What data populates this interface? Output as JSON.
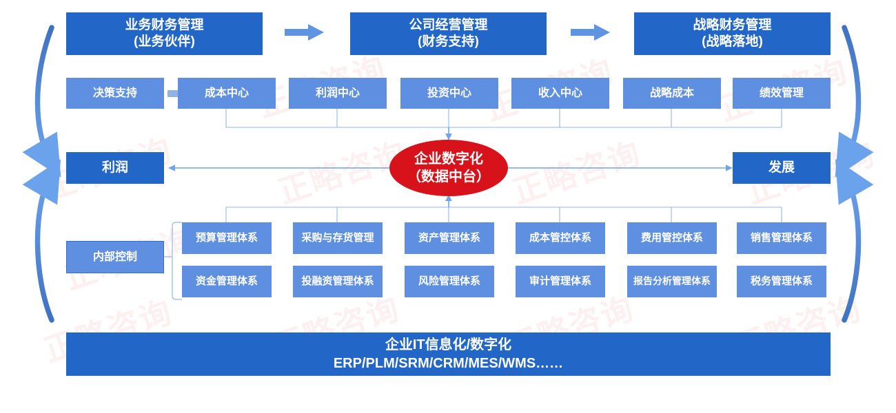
{
  "colors": {
    "dark_blue": "#2266c8",
    "light_blue": "#5e8fe0",
    "red": "#d8121a",
    "line_blue": "#6ea3e8",
    "arc_blue": "#3f72c0",
    "white": "#ffffff"
  },
  "watermark": {
    "text": "正略咨询"
  },
  "top_row": {
    "flow_arrow_icon": "right-arrow-icon",
    "boxes": [
      {
        "line1": "业务财务管理",
        "line2": "(业务伙伴)"
      },
      {
        "line1": "公司经营管理",
        "line2": "(财务支持)"
      },
      {
        "line1": "战略财务管理",
        "line2": "(战略落地)"
      }
    ]
  },
  "center_row": {
    "decision_support": "决策支持",
    "arrow_icon": "right-arrow-icon",
    "centers": [
      "成本中心",
      "利润中心",
      "投资中心",
      "收入中心",
      "战略成本",
      "绩效管理"
    ]
  },
  "hub": {
    "line1": "企业数字化",
    "line2": "（数据中台）"
  },
  "left_node": {
    "label": "利润"
  },
  "right_node": {
    "label": "发展"
  },
  "internal_control": {
    "label": "内部控制"
  },
  "systems_grid": {
    "row1": [
      "预算管理体系",
      "采购与存货管理",
      "资产管理体系",
      "成本管控体系",
      "费用管控体系",
      "销售管理体系"
    ],
    "row2": [
      "资金管理体系",
      "投融资管理体系",
      "风险管理体系",
      "审计管理体系",
      "报告分析管理体系",
      "税务管理体系"
    ]
  },
  "footer_banner": {
    "line1": "企业IT信息化/数字化",
    "line2": "ERP/PLM/SRM/CRM/MES/WMS……"
  },
  "side_arcs": {
    "left_top": "curved-arrow-down-icon",
    "left_bottom": "curved-arrow-up-icon",
    "right_top": "curved-arrow-down-icon",
    "right_bottom": "curved-arrow-up-icon"
  }
}
